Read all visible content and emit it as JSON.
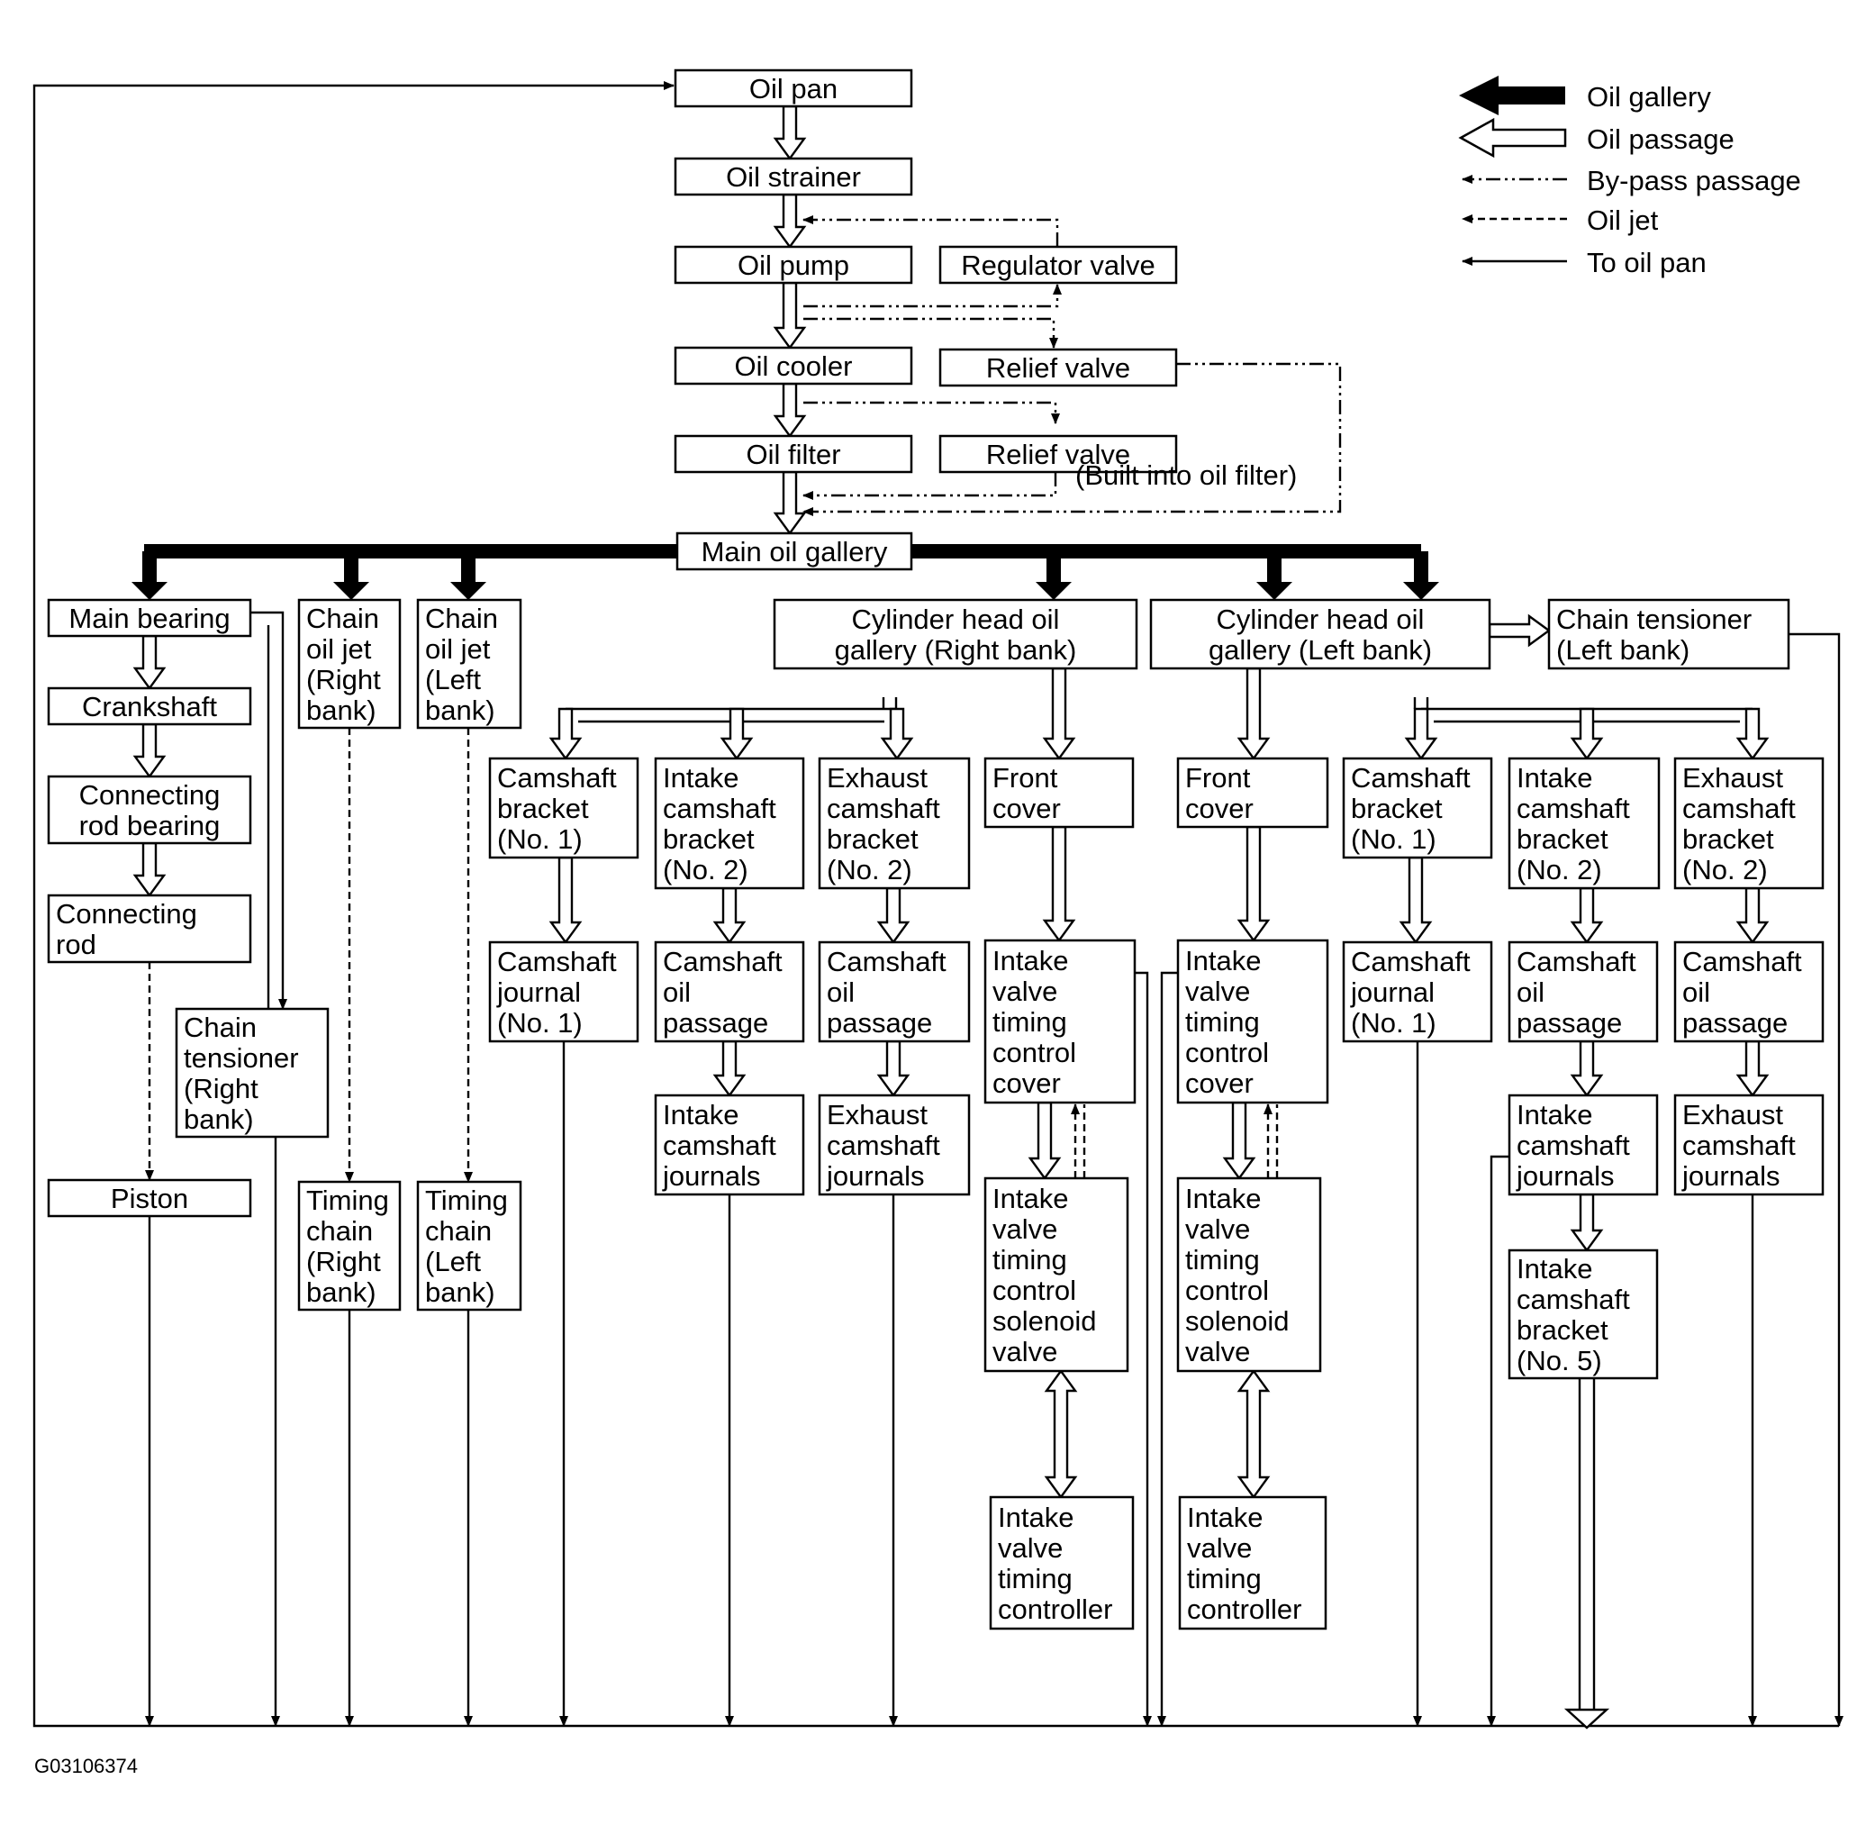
{
  "legend": [
    {
      "id": "gallery",
      "label": "Oil gallery"
    },
    {
      "id": "passage",
      "label": "Oil passage"
    },
    {
      "id": "bypass",
      "label": "By-pass passage"
    },
    {
      "id": "jet",
      "label": "Oil jet"
    },
    {
      "id": "return",
      "label": "To oil pan"
    }
  ],
  "figure_code": "G03106374",
  "nodes": [
    {
      "id": "oil-pan",
      "lines": [
        "Oil pan"
      ]
    },
    {
      "id": "oil-strainer",
      "lines": [
        "Oil strainer"
      ]
    },
    {
      "id": "oil-pump",
      "lines": [
        "Oil pump"
      ]
    },
    {
      "id": "regulator-valve",
      "lines": [
        "Regulator valve"
      ]
    },
    {
      "id": "oil-cooler",
      "lines": [
        "Oil cooler"
      ]
    },
    {
      "id": "relief-valve-1",
      "lines": [
        "Relief valve"
      ]
    },
    {
      "id": "oil-filter",
      "lines": [
        "Oil filter"
      ]
    },
    {
      "id": "relief-valve-2",
      "lines": [
        "Relief valve"
      ]
    },
    {
      "id": "built-into-filter",
      "lines": [
        "(Built into oil filter)"
      ]
    },
    {
      "id": "main-oil-gallery",
      "lines": [
        "Main oil gallery"
      ]
    },
    {
      "id": "main-bearing",
      "lines": [
        "Main bearing"
      ]
    },
    {
      "id": "crankshaft",
      "lines": [
        "Crankshaft"
      ]
    },
    {
      "id": "connecting-rod-bearing",
      "lines": [
        "Connecting",
        "rod bearing"
      ]
    },
    {
      "id": "connecting-rod",
      "lines": [
        "Connecting",
        "rod"
      ]
    },
    {
      "id": "piston",
      "lines": [
        "Piston"
      ]
    },
    {
      "id": "chain-tensioner-right",
      "lines": [
        "Chain",
        "tensioner",
        "(Right",
        "bank)"
      ]
    },
    {
      "id": "chain-oil-jet-right",
      "lines": [
        "Chain",
        "oil jet",
        "(Right",
        "bank)"
      ]
    },
    {
      "id": "chain-oil-jet-left",
      "lines": [
        "Chain",
        "oil jet",
        "(Left",
        "bank)"
      ]
    },
    {
      "id": "timing-chain-right",
      "lines": [
        "Timing",
        "chain",
        "(Right",
        "bank)"
      ]
    },
    {
      "id": "timing-chain-left",
      "lines": [
        "Timing",
        "chain",
        "(Left",
        "bank)"
      ]
    },
    {
      "id": "cyl-head-right",
      "lines": [
        "Cylinder head oil",
        "gallery (Right bank)"
      ]
    },
    {
      "id": "cyl-head-left",
      "lines": [
        "Cylinder head oil",
        "gallery (Left bank)"
      ]
    },
    {
      "id": "chain-tensioner-left",
      "lines": [
        "Chain tensioner",
        "(Left bank)"
      ]
    },
    {
      "id": "r-camshaft-bracket",
      "lines": [
        "Camshaft",
        "bracket",
        "(No. 1)"
      ]
    },
    {
      "id": "r-intake-bracket",
      "lines": [
        "Intake",
        "camshaft",
        "bracket",
        "(No. 2)"
      ]
    },
    {
      "id": "r-exhaust-bracket",
      "lines": [
        "Exhaust",
        "camshaft",
        "bracket",
        "(No. 2)"
      ]
    },
    {
      "id": "r-front-cover",
      "lines": [
        "Front",
        "cover"
      ]
    },
    {
      "id": "l-front-cover",
      "lines": [
        "Front",
        "cover"
      ]
    },
    {
      "id": "l-camshaft-bracket",
      "lines": [
        "Camshaft",
        "bracket",
        "(No. 1)"
      ]
    },
    {
      "id": "l-intake-bracket",
      "lines": [
        "Intake",
        "camshaft",
        "bracket",
        "(No. 2)"
      ]
    },
    {
      "id": "l-exhaust-bracket",
      "lines": [
        "Exhaust",
        "camshaft",
        "bracket",
        "(No. 2)"
      ]
    },
    {
      "id": "r-camshaft-journal",
      "lines": [
        "Camshaft",
        "journal",
        "(No. 1)"
      ]
    },
    {
      "id": "r-intake-oil-passage",
      "lines": [
        "Camshaft",
        "oil",
        "passage"
      ]
    },
    {
      "id": "r-exhaust-oil-passage",
      "lines": [
        "Camshaft",
        "oil",
        "passage"
      ]
    },
    {
      "id": "r-ivtc-cover",
      "lines": [
        "Intake",
        "valve",
        "timing",
        "control",
        "cover"
      ]
    },
    {
      "id": "l-ivtc-cover",
      "lines": [
        "Intake",
        "valve",
        "timing",
        "control",
        "cover"
      ]
    },
    {
      "id": "l-camshaft-journal",
      "lines": [
        "Camshaft",
        "journal",
        "(No. 1)"
      ]
    },
    {
      "id": "l-intake-oil-passage",
      "lines": [
        "Camshaft",
        "oil",
        "passage"
      ]
    },
    {
      "id": "l-exhaust-oil-passage",
      "lines": [
        "Camshaft",
        "oil",
        "passage"
      ]
    },
    {
      "id": "r-intake-journals",
      "lines": [
        "Intake",
        "camshaft",
        "journals"
      ]
    },
    {
      "id": "r-exhaust-journals",
      "lines": [
        "Exhaust",
        "camshaft",
        "journals"
      ]
    },
    {
      "id": "l-intake-journals",
      "lines": [
        "Intake",
        "camshaft",
        "journals"
      ]
    },
    {
      "id": "l-exhaust-journals",
      "lines": [
        "Exhaust",
        "camshaft",
        "journals"
      ]
    },
    {
      "id": "r-ivtc-solenoid",
      "lines": [
        "Intake",
        "valve",
        "timing",
        "control",
        "solenoid",
        "valve"
      ]
    },
    {
      "id": "l-ivtc-solenoid",
      "lines": [
        "Intake",
        "valve",
        "timing",
        "control",
        "solenoid",
        "valve"
      ]
    },
    {
      "id": "l-intake-bracket-5",
      "lines": [
        "Intake",
        "camshaft",
        "bracket",
        "(No. 5)"
      ]
    },
    {
      "id": "r-ivt-controller",
      "lines": [
        "Intake",
        "valve",
        "timing",
        "controller"
      ]
    },
    {
      "id": "l-ivt-controller",
      "lines": [
        "Intake",
        "valve",
        "timing",
        "controller"
      ]
    }
  ]
}
